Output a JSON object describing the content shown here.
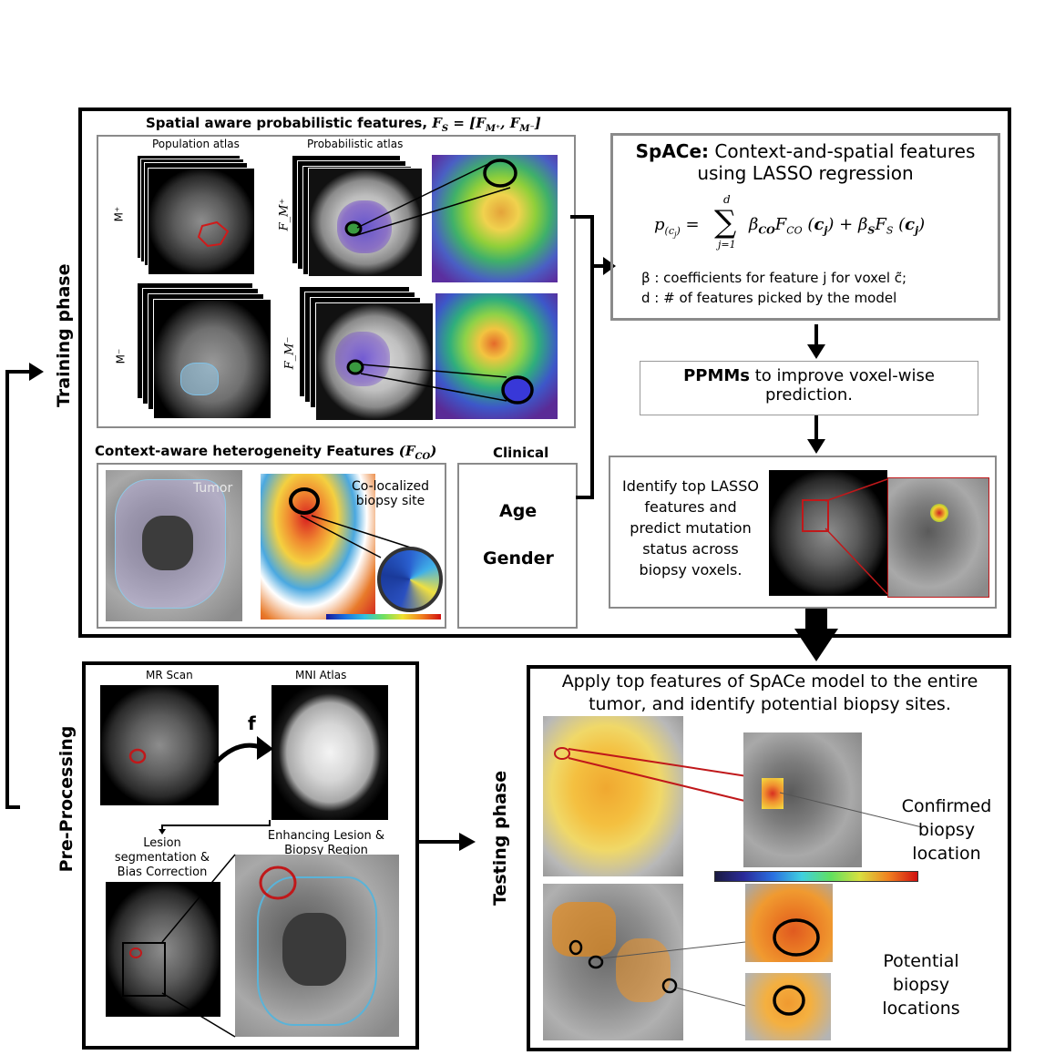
{
  "training": {
    "side_label": "Training phase",
    "spatial_title": "Spatial aware probabilistic features, ",
    "spatial_title_math": "F_S = [F_M+, F_M-]",
    "population_atlas": "Population atlas",
    "probabilistic_atlas": "Probabilistic atlas",
    "m_plus": "M⁺",
    "m_minus": "M⁻",
    "f_m_plus": "F_M⁺",
    "f_m_minus": "F_M⁻",
    "context_title": "Context-aware heterogeneity Features ",
    "context_title_math": "(F_CO)",
    "tumor_label": "Tumor",
    "colocalized_label_1": "Co-localized",
    "colocalized_label_2": "biopsy site",
    "clinical_title": "Clinical",
    "clinical_items": [
      "Age",
      "Gender"
    ],
    "space_title_bold": "SpACe:",
    "space_title_rest": " Context-and-spatial features",
    "space_title_line2": "using LASSO regression",
    "formula_lhs": "p(cj) =",
    "formula_sum_top": "d",
    "formula_sum_bottom": "j=1",
    "formula_rhs": "β_CO F_CO (c_j) + β_S F_S (c_j)",
    "beta_line": "β : coefficients for feature j for voxel c̃;",
    "d_line": "d : # of features picked by the model",
    "ppmm_bold": "PPMMs",
    "ppmm_rest": " to improve voxel-wise",
    "ppmm_line2": "prediction.",
    "identify_lines": [
      "Identify top LASSO",
      "features and",
      "predict mutation",
      "status across",
      "biopsy voxels."
    ]
  },
  "preprocessing": {
    "side_label": "Pre-Processing",
    "mr_scan": "MR Scan",
    "mni_atlas": "MNI Atlas",
    "f_label": "f",
    "lesion_seg": [
      "Lesion",
      "segmentation &",
      "Bias Correction"
    ],
    "enhancing": [
      "Enhancing Lesion &",
      "Biopsy Region"
    ]
  },
  "testing": {
    "side_label": "Testing phase",
    "title_line1": "Apply top features of SpACe model to the entire",
    "title_line2": "tumor, and identify potential biopsy sites.",
    "confirmed": [
      "Confirmed",
      "biopsy",
      "location"
    ],
    "potential": [
      "Potential",
      "biopsy",
      "locations"
    ]
  },
  "colors": {
    "biopsy_red": "#c0181a",
    "lesion_blue": "#5ab3d8",
    "frame_gray": "#8a8a8a"
  }
}
